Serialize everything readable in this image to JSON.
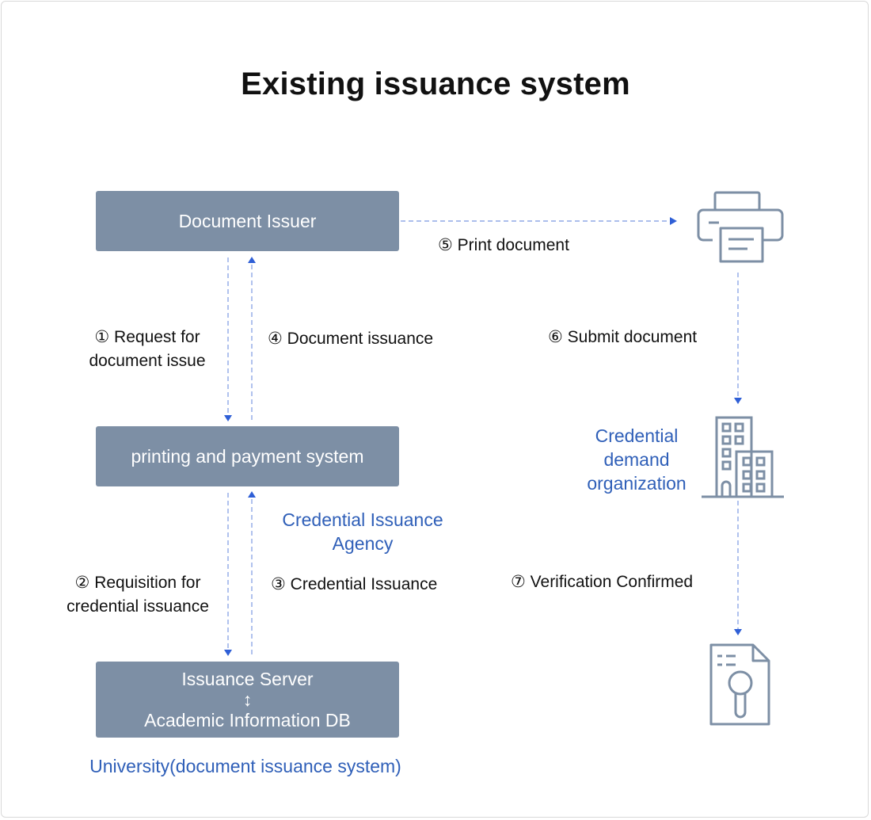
{
  "title": "Existing issuance system",
  "boxes": {
    "document_issuer": "Document Issuer",
    "printing_payment": "printing and payment system",
    "issuance_server": "Issuance Server",
    "db_arrow": "↕",
    "academic_db": "Academic Information DB"
  },
  "steps": {
    "s1_line1": "①  Request for",
    "s1_line2": "document issue",
    "s2_line1": "②  Requisition for",
    "s2_line2": "credential issuance",
    "s3": "③ Credential Issuance",
    "s4": "④ Document issuance",
    "s5": "⑤ Print document",
    "s6": "⑥ Submit document",
    "s7": "⑦ Verification Confirmed"
  },
  "groups": {
    "agency_line1": "Credential Issuance",
    "agency_line2": "Agency",
    "org_line1": "Credential",
    "org_line2": "demand",
    "org_line3": "organization",
    "university": "University(document issuance system)"
  },
  "icons": [
    "printer-icon",
    "building-icon",
    "document-search-icon"
  ],
  "colors": {
    "box": "#7d8fa5",
    "arrow": "#8fa9e6",
    "arrowhead": "#2f5fd6",
    "group_text": "#2f5fb8",
    "icon": "#7d8fa5"
  }
}
